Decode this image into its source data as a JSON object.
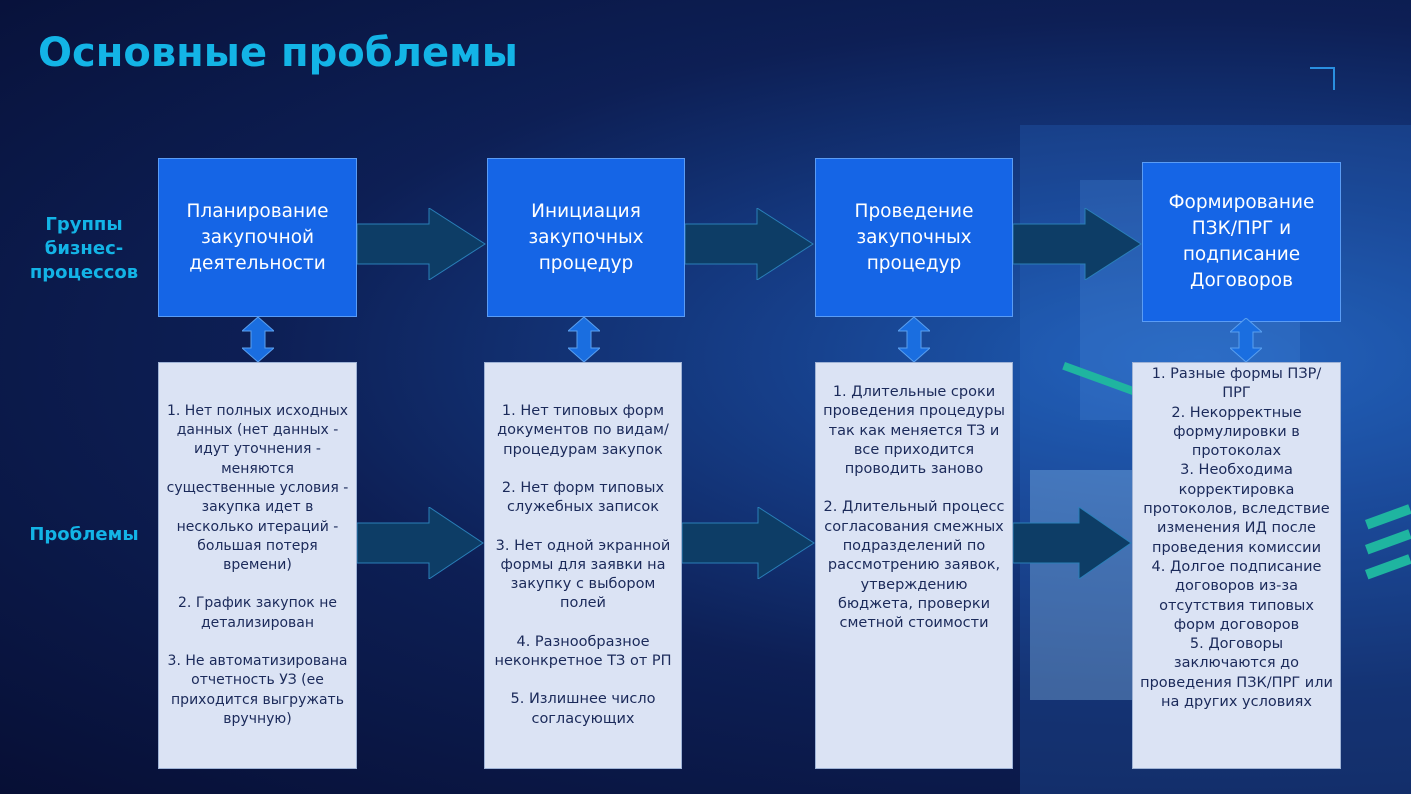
{
  "title": "Основные проблемы",
  "row_labels": {
    "groups": "Группы бизнес-процессов",
    "problems": "Проблемы"
  },
  "processes": [
    "Планирование закупочной деятельности",
    "Инициация закупочных процедур",
    "Проведение закупочных процедур",
    "Формирование ПЗК/ПРГ и подписание Договоров"
  ],
  "problems": [
    [
      "1. Нет полных исходных данных (нет данных - идут уточнения - меняются существенные условия - закупка идет в несколько итераций - большая потеря времени)",
      "2. График закупок не детализирован",
      "3. Не автоматизирована отчетность УЗ (ее приходится выгружать вручную)"
    ],
    [
      "1. Нет типовых форм документов по видам/процедурам закупок",
      "2. Нет форм типовых служебных записок",
      "3. Нет одной экранной формы для заявки на закупку с выбором полей",
      "4. Разнообразное неконкретное ТЗ от РП",
      "5. Излишнее число согласующих"
    ],
    [
      "1. Длительные сроки проведения процедуры так как меняется ТЗ и все приходится проводить заново",
      "2. Длительный процесс согласования смежных подразделений по рассмотрению заявок, утверждению бюджета, проверки сметной стоимости"
    ],
    [
      "1. Разные формы ПЗР/ПРГ",
      "2. Некорректные формулировки в протоколах",
      "3. Необходима корректировка протоколов, вследствие изменения ИД после проведения комиссии",
      "4. Долгое подписание договоров из-за отсутствия типовых форм договоров",
      "5. Договоры заключаются до проведения ПЗК/ПРГ или на других условиях"
    ]
  ]
}
